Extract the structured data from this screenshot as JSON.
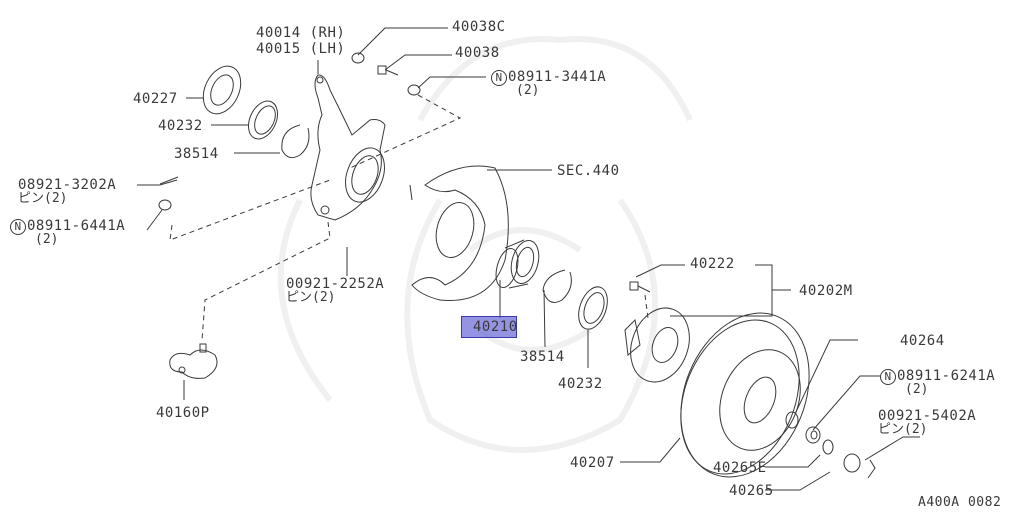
{
  "diagram": {
    "figure_code": "A400A 0082",
    "highlight_color": "#5a5ad2",
    "highlighted_part": "40210",
    "parts": [
      {
        "id": "knuckle",
        "number": "40014",
        "note": "(RH)"
      },
      {
        "id": "knuckle_lh",
        "number": "40015",
        "note": "(LH)"
      },
      {
        "id": "nut_c",
        "number": "40038C"
      },
      {
        "id": "bolt",
        "number": "40038"
      },
      {
        "id": "nut_top",
        "number": "08911-3441A",
        "n_mark": "N",
        "qty": "(2)"
      },
      {
        "id": "seal_outer",
        "number": "40227"
      },
      {
        "id": "seal_left",
        "number": "40232"
      },
      {
        "id": "snap_left",
        "number": "38514"
      },
      {
        "id": "pin_left",
        "number": "08921-3202A",
        "qty": "ピン(2)"
      },
      {
        "id": "nut_left",
        "number": "08911-6441A",
        "n_mark": "N",
        "qty": "(2)"
      },
      {
        "id": "shield",
        "number": "SEC.440"
      },
      {
        "id": "pin_mid",
        "number": "00921-2252A",
        "qty": "ピン(2)"
      },
      {
        "id": "bearing",
        "number": "40210"
      },
      {
        "id": "snap_mid",
        "number": "38514"
      },
      {
        "id": "seal_mid",
        "number": "40232"
      },
      {
        "id": "hub_bolt",
        "number": "40222"
      },
      {
        "id": "hub",
        "number": "40202M"
      },
      {
        "id": "ball_joint",
        "number": "40160P"
      },
      {
        "id": "washer",
        "number": "40264"
      },
      {
        "id": "nut_right",
        "number": "08911-6241A",
        "n_mark": "N",
        "qty": "(2)"
      },
      {
        "id": "pin_right",
        "number": "00921-5402A",
        "qty": "ピン(2)"
      },
      {
        "id": "rotor",
        "number": "40207"
      },
      {
        "id": "nut_e",
        "number": "40265E"
      },
      {
        "id": "nut_castle",
        "number": "40265"
      }
    ]
  }
}
